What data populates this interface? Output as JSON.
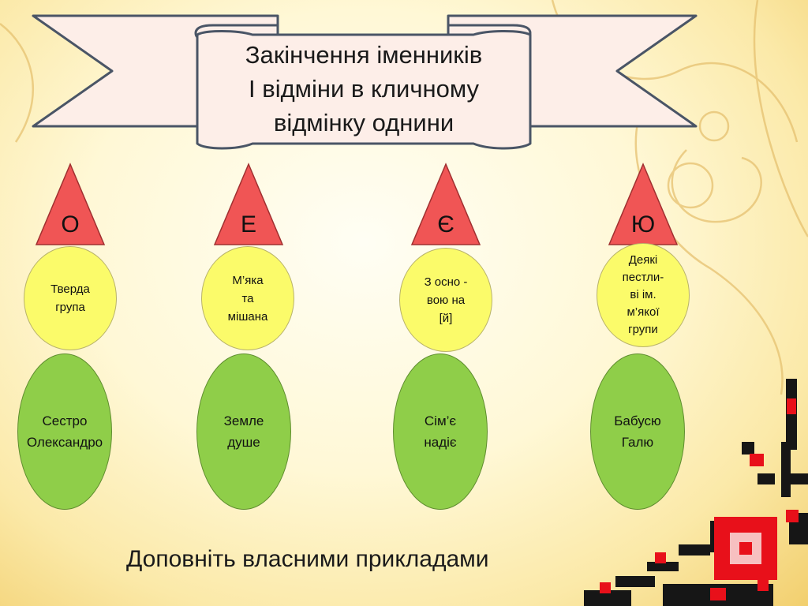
{
  "title": {
    "lines": [
      "Закінчення іменників",
      "І відміни в кличному",
      "відмінку однини"
    ]
  },
  "columns": [
    {
      "letter": "О",
      "group_lines": [
        "Тверда",
        "група"
      ],
      "example_lines": [
        "Сестро",
        "Олександро"
      ]
    },
    {
      "letter": "Е",
      "group_lines": [
        "М’яка",
        "та",
        "мішана"
      ],
      "example_lines": [
        "Земле",
        "душе"
      ]
    },
    {
      "letter": "Є",
      "group_lines": [
        "З осно -",
        "вою на",
        "[й]"
      ],
      "example_lines": [
        "Сім’є",
        "надіє"
      ]
    },
    {
      "letter": "Ю",
      "group_lines": [
        "Деякі",
        "пестли-",
        "ві ім.",
        "м’якої",
        "групи"
      ],
      "example_lines": [
        "Бабусю",
        "Галю"
      ]
    }
  ],
  "footer": "Доповніть власними прикладами",
  "colors": {
    "triangle": "#f05555",
    "group_oval": "#fbfb6a",
    "example_oval": "#8fce49",
    "ribbon": "#fdeee8",
    "ribbon_border": "#4a5566",
    "embroidery_red": "#e8101a"
  }
}
